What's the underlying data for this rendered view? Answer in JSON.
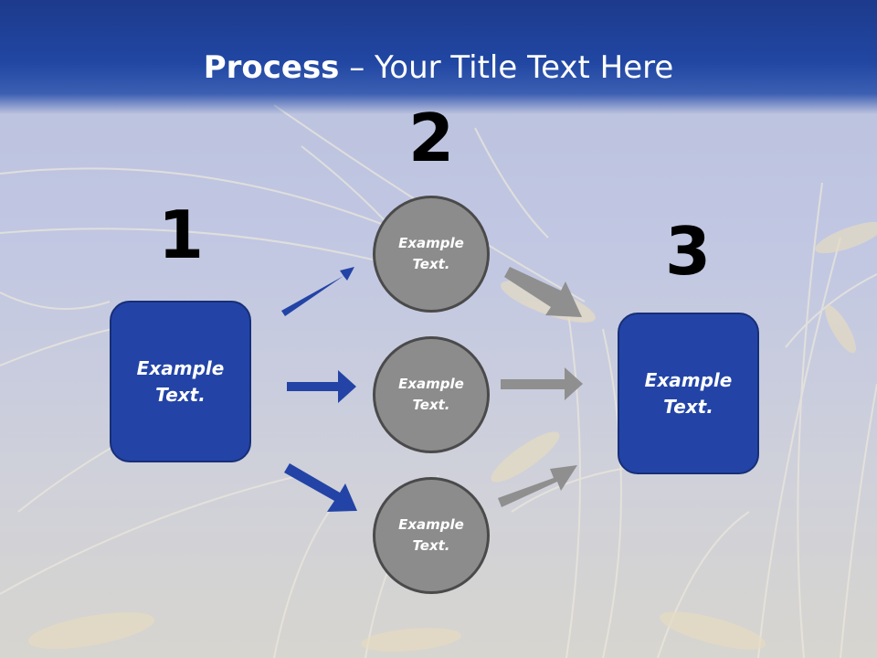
{
  "title": {
    "bold": "Process",
    "rest": " – Your Title Text Here"
  },
  "steps": [
    {
      "number": "1",
      "label": "Example Text."
    },
    {
      "number": "2",
      "label": "Example Text."
    },
    {
      "number": "3",
      "label": "Example Text."
    }
  ],
  "circles": [
    {
      "label": "Example Text."
    },
    {
      "label": "Example Text."
    },
    {
      "label": "Example Text."
    }
  ],
  "colors": {
    "header": "#2147a3",
    "box_fill": "#2344a6",
    "circle_fill": "#8c8c8c",
    "arrow_blue": "#2344a6",
    "arrow_gray": "#8f8f8f"
  }
}
